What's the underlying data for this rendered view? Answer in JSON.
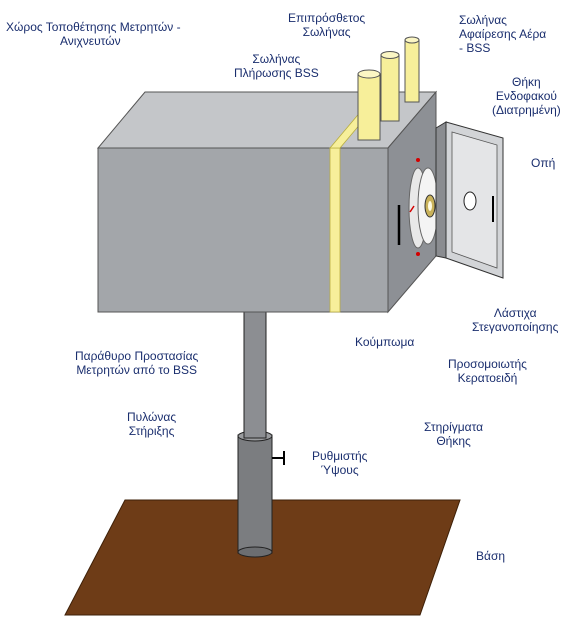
{
  "labels": {
    "counter_space": [
      "Χώρος Τοποθέτησης Μετρητών -",
      "Ανιχνευτών"
    ],
    "extra_tube": [
      "Επιπρόσθετος",
      "Σωλήνας"
    ],
    "air_removal_tube": [
      "Σωλήνας",
      "Αφαίρεσης Αέρα",
      "- BSS"
    ],
    "bss_fill_tube": [
      "Σωλήνας",
      "Πλήρωσης BSS"
    ],
    "iol_case": [
      "Θήκη",
      "Ενδοφακού",
      "(Διατρημένη)"
    ],
    "hole": [
      "Οπή"
    ],
    "sealing_rubber": [
      "Λάστιχα",
      "Στεγανοποίησης"
    ],
    "closure": [
      "Κούμπωμα"
    ],
    "protection_window": [
      "Παράθυρο Προστασίας",
      "Μετρητών από το BSS"
    ],
    "cornea_simulator": [
      "Προσομοιωτής",
      "Κερατοειδή"
    ],
    "support_pylon": [
      "Πυλώνας",
      "Στήριξης"
    ],
    "case_supports": [
      "Στηρίγματα",
      "Θήκης"
    ],
    "height_adjuster": [
      "Ρυθμιστής",
      "Ύψους"
    ],
    "base": [
      "Βάση"
    ]
  },
  "colors": {
    "box_front": "#a3a6aa",
    "box_top": "#c4c6c9",
    "box_side": "#8d9095",
    "tube": "#f7ef9a",
    "base": "#6e3c17",
    "pole": "#7f8185",
    "door": "#d2d4d7",
    "label": "#1a2e6e"
  }
}
